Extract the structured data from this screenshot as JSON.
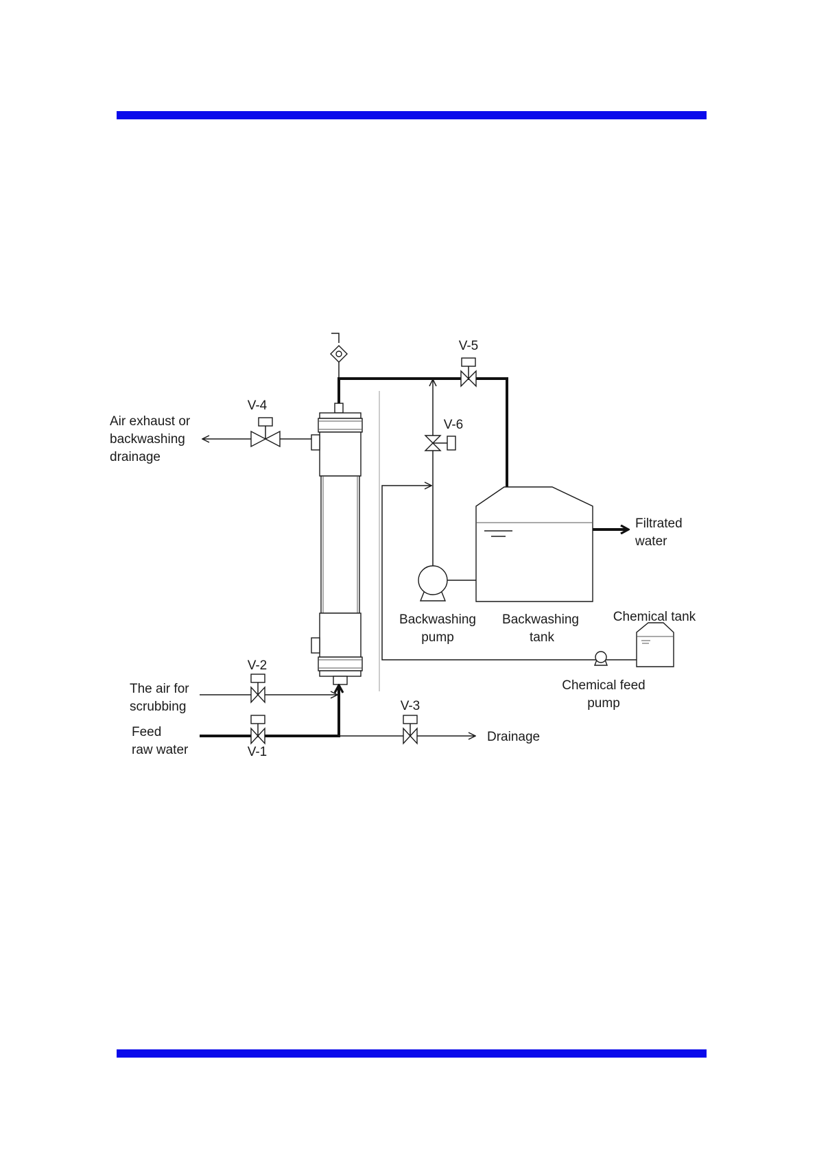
{
  "colors": {
    "rule": "#0a0aeb",
    "line": "#1a1a1a"
  },
  "valves": {
    "v1": "V-1",
    "v2": "V-2",
    "v3": "V-3",
    "v4": "V-4",
    "v5": "V-5",
    "v6": "V-6"
  },
  "labels": {
    "air_exhaust": [
      "Air exhaust or",
      "backwashing",
      "drainage"
    ],
    "air_scrubbing": [
      "The air for",
      "scrubbing"
    ],
    "feed": [
      "Feed",
      "raw water"
    ],
    "drainage": "Drainage",
    "filtrated": [
      "Filtrated",
      "water"
    ],
    "bw_pump": [
      "Backwashing",
      "pump"
    ],
    "bw_tank": [
      "Backwashing",
      "tank"
    ],
    "chem_tank": "Chemical tank",
    "chem_pump": [
      "Chemical feed",
      "pump"
    ]
  },
  "icons": [
    "valve-icon",
    "pump-icon",
    "tank-icon",
    "air-vent-icon"
  ]
}
